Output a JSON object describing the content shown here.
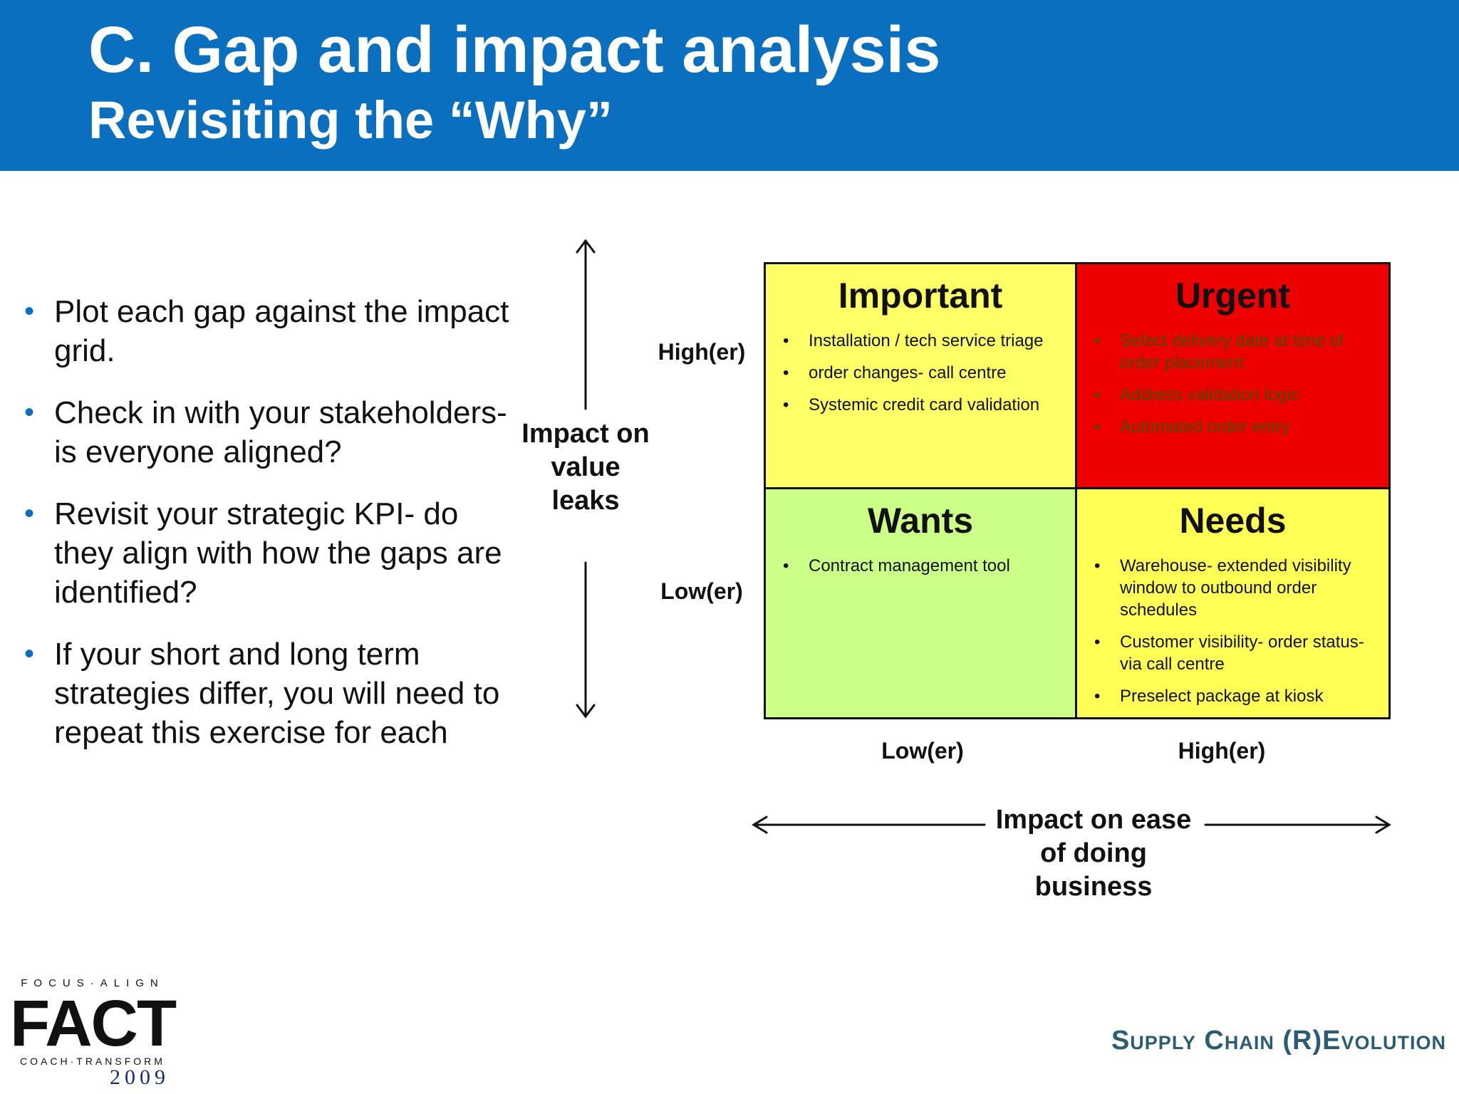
{
  "header": {
    "title": "C. Gap and impact analysis",
    "subtitle": "Revisiting the “Why”"
  },
  "bullets": [
    "Plot each gap against the impact grid.",
    "Check in with your stakeholders- is everyone aligned?",
    "Revisit your strategic KPI- do they align with how the gaps are identified?",
    "If your short and long term strategies differ, you will need to repeat this exercise for each"
  ],
  "axes": {
    "y_title": "Impact on value leaks",
    "y_high": "High(er)",
    "y_low": "Low(er)",
    "x_title": "Impact on ease of doing business",
    "x_low": "Low(er)",
    "x_high": "High(er)"
  },
  "quadrants": {
    "important": {
      "title": "Important",
      "color": "#ffff66",
      "items": [
        "Installation / tech service triage",
        "order changes- call centre",
        "Systemic credit card validation"
      ]
    },
    "urgent": {
      "title": "Urgent",
      "color": "#ee0000",
      "items": [
        "Select delivery date at time of order placement",
        "Address validation logic",
        "Automated order entry"
      ]
    },
    "wants": {
      "title": "Wants",
      "color": "#ccff88",
      "items": [
        "Contract management tool"
      ]
    },
    "needs": {
      "title": "Needs",
      "color": "#ffff55",
      "items": [
        "Warehouse- extended visibility window to outbound order schedules",
        "Customer visibility- order status- via call centre",
        "Preselect package at kiosk"
      ]
    }
  },
  "footer": {
    "logo_top": "FOCUS·ALIGN",
    "logo_main": "FACT",
    "logo_bottom": "COACH·TRANSFORM",
    "logo_year": "2009",
    "brand": "Supply Chain (R)Evolution"
  }
}
